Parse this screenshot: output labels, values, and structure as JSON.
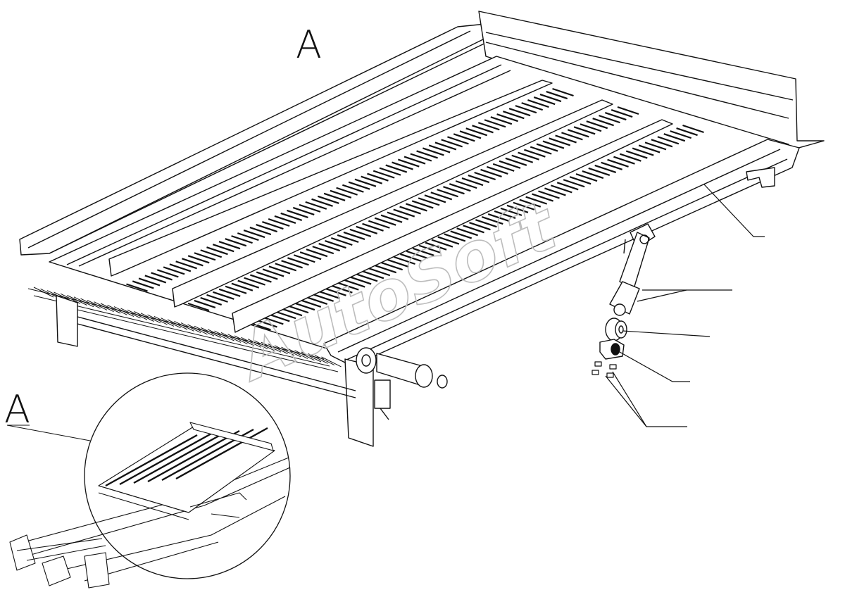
{
  "view_labels": {
    "main": "A",
    "detail": "A"
  },
  "watermark": "AutoSoft",
  "colors": {
    "line": "#111111",
    "background": "#ffffff",
    "watermark": "#bcbcbc"
  }
}
